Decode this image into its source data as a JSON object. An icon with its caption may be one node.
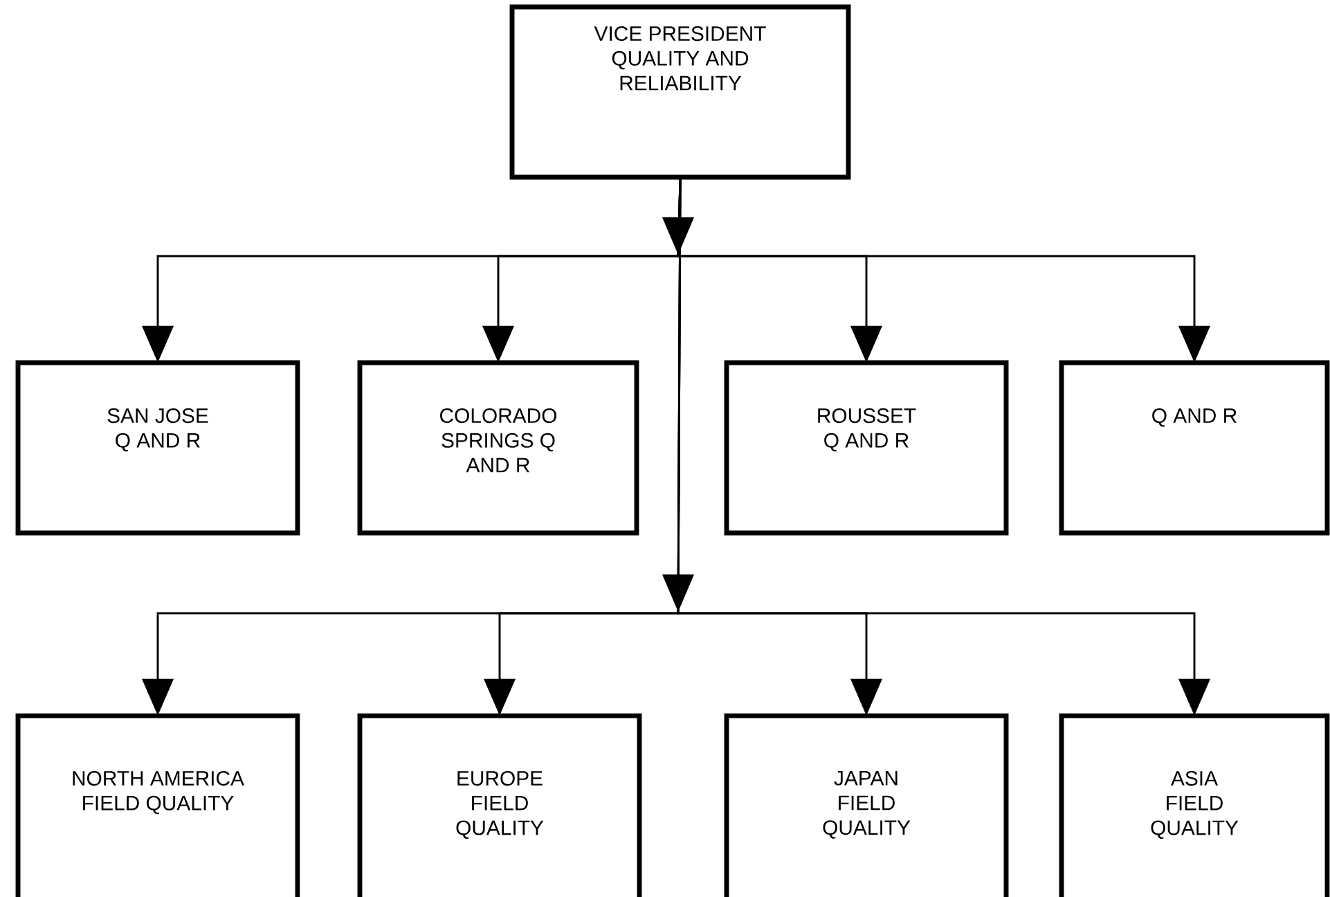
{
  "diagram": {
    "nodes": [
      {
        "text": [
          "VICE PRESIDENT QUALITY AND RELIABILITY"
        ]
      },
      {
        "text": [
          "SAN JOSE Q AND R"
        ]
      },
      {
        "text": [
          "COLORADO SPRINGS Q AND R"
        ]
      },
      {
        "text": [
          "ROUSSET Q AND R"
        ]
      },
      {
        "text": [
          "Q AND R"
        ]
      },
      {
        "text": [
          "NORTH AMERICA FIELD QUALITY"
        ]
      },
      {
        "text": [
          "EUROPE FIELD QUALITY"
        ]
      },
      {
        "text": [
          "JAPAN FIELD QUALITY"
        ]
      },
      {
        "text": [
          "ASIA FIELD QUALITY"
        ]
      }
    ],
    "edges": [
      {
        "from": 0,
        "to": 1,
        "arrow": "to"
      },
      {
        "from": 0,
        "to": 2,
        "arrow": "to"
      },
      {
        "from": 0,
        "to": 3,
        "arrow": "to"
      },
      {
        "from": 0,
        "to": 4,
        "arrow": "to"
      },
      {
        "from": 0,
        "to": 5,
        "arrow": "to"
      },
      {
        "from": 0,
        "to": 6,
        "arrow": "to"
      },
      {
        "from": 0,
        "to": 7,
        "arrow": "to"
      },
      {
        "from": 0,
        "to": 8,
        "arrow": "to"
      }
    ]
  }
}
